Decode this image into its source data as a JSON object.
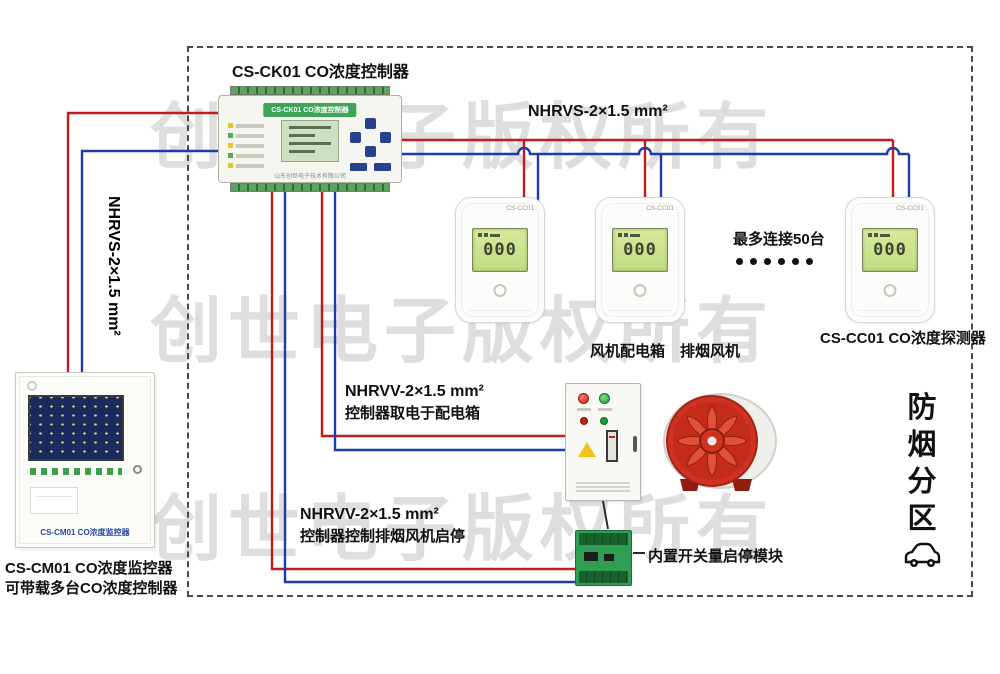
{
  "watermark": {
    "text": "创世电子版权所有"
  },
  "colors": {
    "wire_red": "#c11b1b",
    "wire_blue": "#1f3ca6",
    "panel_green": "#3fa457"
  },
  "controller": {
    "title": "CS-CK01 CO浓度控制器",
    "panel_label": "CS-CK01 CO浓度控制器",
    "company": "山东创世电子技术有限公司"
  },
  "cables": {
    "left_vertical": "NHRVS-2×1.5 mm²",
    "top": "NHRVS-2×1.5 mm²",
    "mid_line1": "NHRVV-2×1.5 mm²",
    "mid_line2": "控制器取电于配电箱",
    "low_line1": "NHRVV-2×1.5 mm²",
    "low_line2": "控制器控制排烟风机启停"
  },
  "detectors": {
    "corner_label": "CS-CC01",
    "lcd_value": "000",
    "max_connect": "最多连接50台",
    "group_label": "CS-CC01 CO浓度探测器"
  },
  "fan_section": {
    "box_label": "风机配电箱",
    "fan_label": "排烟风机",
    "module_label": "内置开关量启停模块"
  },
  "zone": {
    "chars": [
      "防",
      "烟",
      "分",
      "区"
    ]
  },
  "monitor": {
    "panel_text": "CS-CM01 CO浓度监控器",
    "caption_line1": "CS-CM01 CO浓度监控器",
    "caption_line2": "可带载多台CO浓度控制器"
  }
}
